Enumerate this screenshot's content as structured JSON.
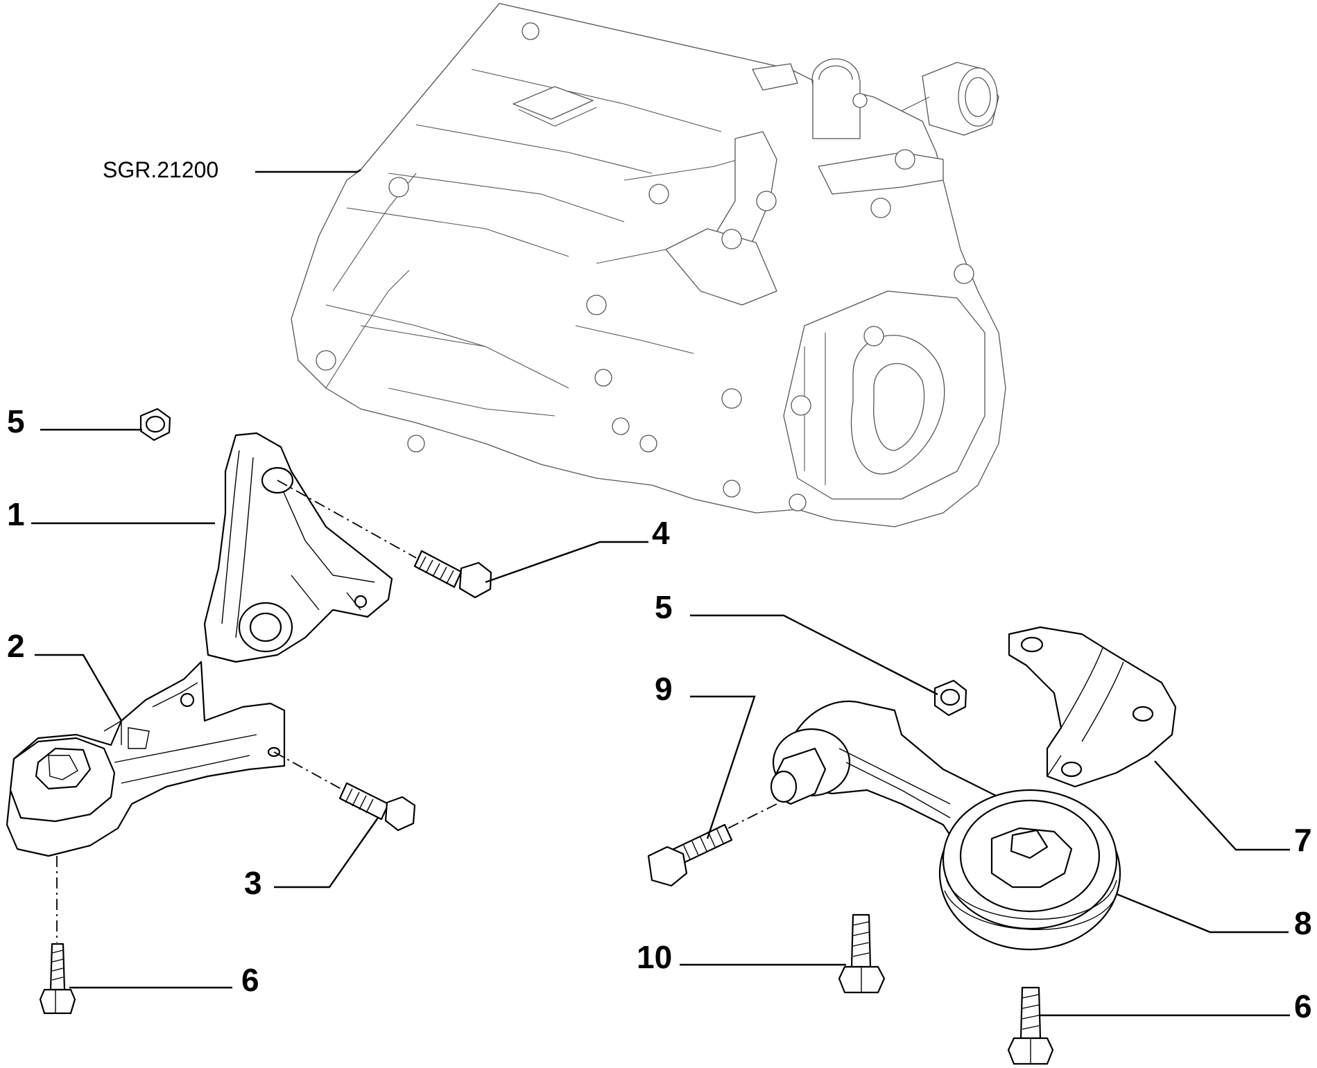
{
  "reference": {
    "code": "SGR.21200"
  },
  "callouts": [
    {
      "id": "c1",
      "number": "1"
    },
    {
      "id": "c2",
      "number": "2"
    },
    {
      "id": "c3",
      "number": "3"
    },
    {
      "id": "c4",
      "number": "4"
    },
    {
      "id": "c5a",
      "number": "5"
    },
    {
      "id": "c5b",
      "number": "5"
    },
    {
      "id": "c6a",
      "number": "6"
    },
    {
      "id": "c6b",
      "number": "6"
    },
    {
      "id": "c7",
      "number": "7"
    },
    {
      "id": "c8",
      "number": "8"
    },
    {
      "id": "c9",
      "number": "9"
    },
    {
      "id": "c10",
      "number": "10"
    }
  ]
}
